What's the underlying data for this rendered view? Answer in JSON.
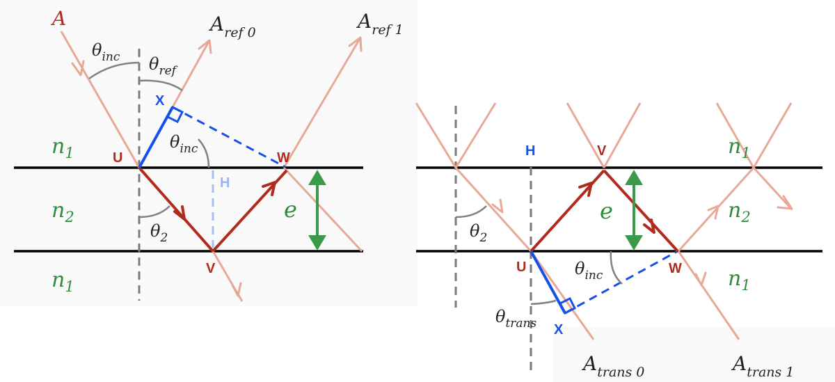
{
  "left": {
    "incident_label": {
      "main": "A",
      "sub": ""
    },
    "reflected_0": {
      "main": "A",
      "sub": "ref 0"
    },
    "reflected_1": {
      "main": "A",
      "sub": "ref 1"
    },
    "theta_inc_top": {
      "main": "θ",
      "sub": "inc"
    },
    "theta_ref": {
      "main": "θ",
      "sub": "ref"
    },
    "theta_inc_mid": {
      "main": "θ",
      "sub": "inc"
    },
    "theta_2": {
      "main": "θ",
      "sub": "2"
    },
    "medium_top": {
      "main": "n",
      "sub": "1"
    },
    "medium_mid": {
      "main": "n",
      "sub": "2"
    },
    "medium_bot": {
      "main": "n",
      "sub": "1"
    },
    "thickness": "e",
    "point_U": "U",
    "point_V": "V",
    "point_W": "W",
    "point_X": "X",
    "point_H": "H"
  },
  "right": {
    "transmitted_0": {
      "main": "A",
      "sub": "trans 0"
    },
    "transmitted_1": {
      "main": "A",
      "sub": "trans 1"
    },
    "theta_2": {
      "main": "θ",
      "sub": "2"
    },
    "theta_inc": {
      "main": "θ",
      "sub": "inc"
    },
    "theta_trans": {
      "main": "θ",
      "sub": "trans"
    },
    "medium_top": {
      "main": "n",
      "sub": "1"
    },
    "medium_mid": {
      "main": "n",
      "sub": "2"
    },
    "medium_bot": {
      "main": "n",
      "sub": "1"
    },
    "thickness": "e",
    "point_U": "U",
    "point_V": "V",
    "point_W": "W",
    "point_X": "X",
    "point_H": "H"
  },
  "colors": {
    "ray": "#e8a898",
    "inner_path": "#b02a1e",
    "construction": "#1550e8",
    "thickness": "#3a9a4a",
    "medium_label": "#2e8b3e",
    "interface": "#000000"
  }
}
